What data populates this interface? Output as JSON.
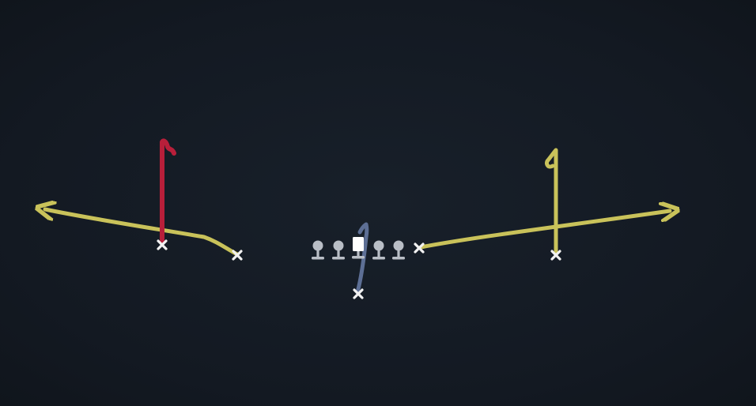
{
  "play": {
    "route_colors": {
      "red": "#b81f3a",
      "yellow": "#c9c25a",
      "blue": "#5d6f95",
      "player_marker": "#f2f2f2",
      "lineman": "#b9bec6",
      "center": "#ffffff"
    },
    "players": [
      {
        "id": "left-wide-receiver",
        "icon": "x-marker"
      },
      {
        "id": "left-slot-receiver",
        "icon": "x-marker"
      },
      {
        "id": "quarterback",
        "icon": "x-marker"
      },
      {
        "id": "right-tight-end",
        "icon": "x-marker"
      },
      {
        "id": "right-wide-receiver",
        "icon": "x-marker"
      }
    ],
    "offensive_line": [
      {
        "id": "left-tackle",
        "icon": "lineman-icon"
      },
      {
        "id": "left-guard",
        "icon": "lineman-icon"
      },
      {
        "id": "center",
        "icon": "center-square-icon"
      },
      {
        "id": "right-guard",
        "icon": "lineman-icon"
      },
      {
        "id": "right-tackle",
        "icon": "lineman-icon"
      }
    ],
    "routes": [
      {
        "id": "red-flag-route",
        "color": "red",
        "type": "flag"
      },
      {
        "id": "yellow-left-arrow-route",
        "color": "yellow",
        "type": "arrow"
      },
      {
        "id": "blue-qb-route",
        "color": "blue",
        "type": "hook"
      },
      {
        "id": "yellow-right-arrow-route",
        "color": "yellow",
        "type": "arrow"
      },
      {
        "id": "yellow-hook-route",
        "color": "yellow",
        "type": "hook"
      }
    ]
  }
}
